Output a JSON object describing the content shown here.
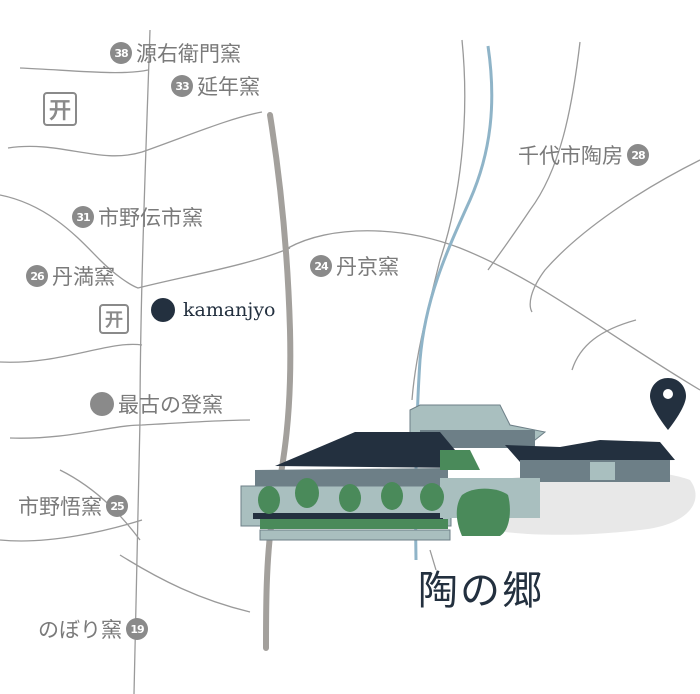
{
  "kilns": [
    {
      "num": "38",
      "name": "源右衛門窯"
    },
    {
      "num": "33",
      "name": "延年窯"
    },
    {
      "num": "28",
      "name": "千代市陶房"
    },
    {
      "num": "31",
      "name": "市野伝市窯"
    },
    {
      "num": "26",
      "name": "丹満窯"
    },
    {
      "num": "24",
      "name": "丹京窯"
    },
    {
      "num": "25",
      "name": "市野悟窯"
    },
    {
      "num": "19",
      "name": "のぼり窯"
    }
  ],
  "oldest_kiln": "最古の登窯",
  "current_location": "kamanjyo",
  "destination": "陶の郷",
  "shrine_symbol": "⛩",
  "shrine_glyph": "开",
  "colors": {
    "road": "#9a9a9a",
    "river": "#8fb4c8",
    "dark": "#23303f",
    "green": "#4a8a5a",
    "roof_light": "#a9bfbf"
  }
}
